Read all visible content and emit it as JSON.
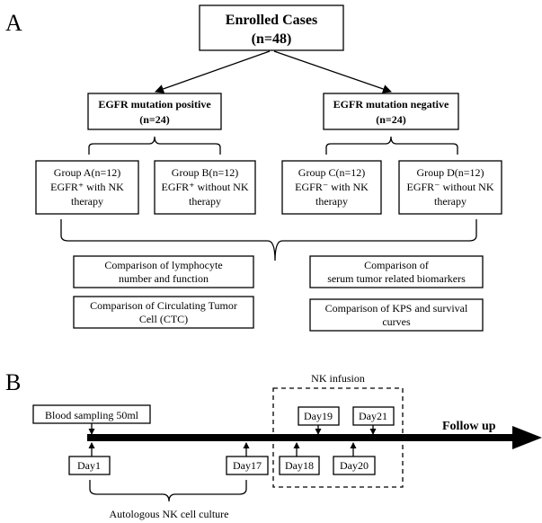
{
  "panel_a": {
    "label": "A",
    "enrolled": {
      "title": "Enrolled Cases",
      "count": "(n=48)"
    },
    "positive": {
      "title": "EGFR mutation positive",
      "count": "(n=24)"
    },
    "negative": {
      "title": "EGFR mutation negative",
      "count": "(n=24)"
    },
    "groups": [
      {
        "line1": "Group A(n=12)",
        "line2": "EGFR⁺ with NK",
        "line3": "therapy"
      },
      {
        "line1": "Group B(n=12)",
        "line2": "EGFR⁺ without NK",
        "line3": "therapy"
      },
      {
        "line1": "Group C(n=12)",
        "line2": "EGFR⁻ with NK",
        "line3": "therapy"
      },
      {
        "line1": "Group D(n=12)",
        "line2": "EGFR⁻ without NK",
        "line3": "therapy"
      }
    ],
    "comparisons": [
      {
        "line1": "Comparison of lymphocyte",
        "line2": "number and function"
      },
      {
        "line1": "Comparison of Circulating Tumor",
        "line2": "Cell (CTC)"
      },
      {
        "line1": "Comparison of",
        "line2": "serum tumor related biomarkers"
      },
      {
        "line1": "Comparison of KPS and survival",
        "line2": "curves"
      }
    ]
  },
  "panel_b": {
    "label": "B",
    "nk_infusion": "NK infusion",
    "blood_sampling": "Blood sampling 50ml",
    "follow_up": "Follow up",
    "culture": "Autologous NK cell culture",
    "days": {
      "day1": "Day1",
      "day17": "Day17",
      "day18": "Day18",
      "day19": "Day19",
      "day20": "Day20",
      "day21": "Day21"
    }
  }
}
